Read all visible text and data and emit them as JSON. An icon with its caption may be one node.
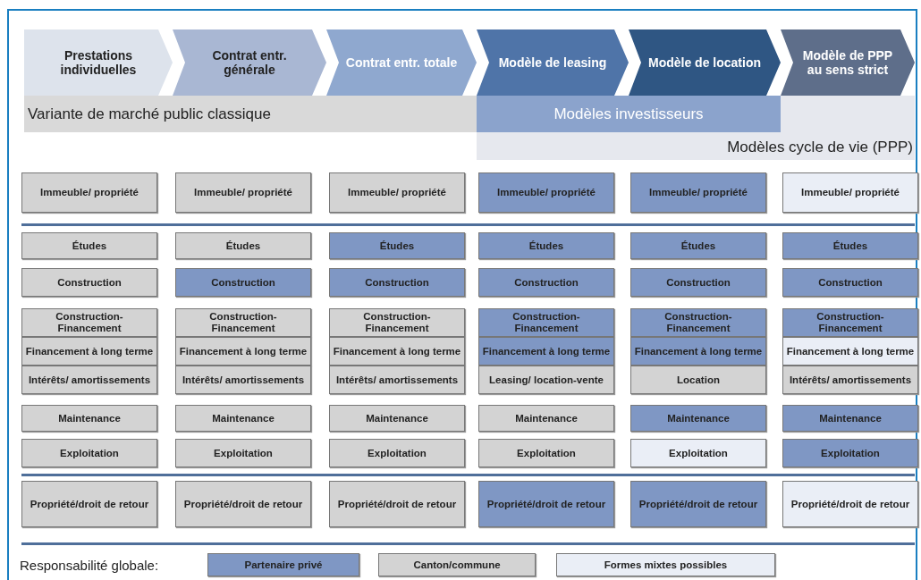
{
  "diagram": {
    "nodes": [
      {
        "text": [
          "Prestations individuelles"
        ]
      },
      {
        "text": [
          "Contrat entr. générale"
        ]
      },
      {
        "text": [
          "Contrat entr. totale"
        ]
      },
      {
        "text": [
          "Modèle de leasing"
        ]
      },
      {
        "text": [
          "Modèle de location"
        ]
      },
      {
        "text": [
          "Modèle de PPP au sens strict"
        ]
      },
      {
        "text": [
          "Variante de marché public classique"
        ]
      },
      {
        "text": [
          "Modèles cycle de vie (PPP)"
        ]
      },
      {
        "text": [
          "Modèles investisseurs"
        ],
        "in": 7
      },
      {
        "text": [
          "Immeuble/ propriété"
        ]
      },
      {
        "text": [
          "Immeuble/ propriété"
        ]
      },
      {
        "text": [
          "Immeuble/ propriété"
        ]
      },
      {
        "text": [
          "Immeuble/ propriété"
        ]
      },
      {
        "text": [
          "Immeuble/ propriété"
        ]
      },
      {
        "text": [
          "Immeuble/ propriété"
        ]
      },
      {
        "text": [
          "Études"
        ]
      },
      {
        "text": [
          "Études"
        ]
      },
      {
        "text": [
          "Études"
        ]
      },
      {
        "text": [
          "Études"
        ]
      },
      {
        "text": [
          "Études"
        ]
      },
      {
        "text": [
          "Études"
        ]
      },
      {
        "text": [
          "Construction"
        ]
      },
      {
        "text": [
          "Construction"
        ]
      },
      {
        "text": [
          "Construction"
        ]
      },
      {
        "text": [
          "Construction"
        ]
      },
      {
        "text": [
          "Construction"
        ]
      },
      {
        "text": [
          "Construction"
        ]
      },
      {
        "text": [
          "Construction-Financement"
        ]
      },
      {
        "text": [
          "Construction-Financement"
        ]
      },
      {
        "text": [
          "Construction-Financement"
        ]
      },
      {
        "text": [
          "Construction-Financement"
        ]
      },
      {
        "text": [
          "Construction-Financement"
        ]
      },
      {
        "text": [
          "Construction-Financement"
        ]
      },
      {
        "text": [
          "Financement à long terme"
        ]
      },
      {
        "text": [
          "Financement à long terme"
        ]
      },
      {
        "text": [
          "Financement à long terme"
        ]
      },
      {
        "text": [
          "Financement à long terme"
        ]
      },
      {
        "text": [
          "Financement à long terme"
        ]
      },
      {
        "text": [
          "Financement à long terme"
        ]
      },
      {
        "text": [
          "Intérêts/ amortissements"
        ]
      },
      {
        "text": [
          "Intérêts/ amortissements"
        ]
      },
      {
        "text": [
          "Intérêts/ amortissements"
        ]
      },
      {
        "text": [
          "Leasing/ location-vente"
        ]
      },
      {
        "text": [
          "Location"
        ]
      },
      {
        "text": [
          "Intérêts/ amortissements"
        ]
      },
      {
        "text": [
          "Maintenance"
        ]
      },
      {
        "text": [
          "Maintenance"
        ]
      },
      {
        "text": [
          "Maintenance"
        ]
      },
      {
        "text": [
          "Maintenance"
        ]
      },
      {
        "text": [
          "Maintenance"
        ]
      },
      {
        "text": [
          "Maintenance"
        ]
      },
      {
        "text": [
          "Exploitation"
        ]
      },
      {
        "text": [
          "Exploitation"
        ]
      },
      {
        "text": [
          "Exploitation"
        ]
      },
      {
        "text": [
          "Exploitation"
        ]
      },
      {
        "text": [
          "Exploitation"
        ]
      },
      {
        "text": [
          "Exploitation"
        ]
      },
      {
        "text": [
          "Propriété/droit de retour"
        ]
      },
      {
        "text": [
          "Propriété/droit de retour"
        ]
      },
      {
        "text": [
          "Propriété/droit de retour"
        ]
      },
      {
        "text": [
          "Propriété/droit de retour"
        ]
      },
      {
        "text": [
          "Propriété/droit de retour"
        ]
      },
      {
        "text": [
          "Propriété/droit de retour"
        ]
      }
    ],
    "labels": [
      "Responsabilité globale:"
    ],
    "legend": [
      {
        "text": "Partenaire privé",
        "color": "#7f97c4"
      },
      {
        "text": "Canton/commune",
        "color": "#d3d3d3"
      },
      {
        "text": "Formes mixtes possibles",
        "color": "#eaeef6"
      }
    ]
  }
}
